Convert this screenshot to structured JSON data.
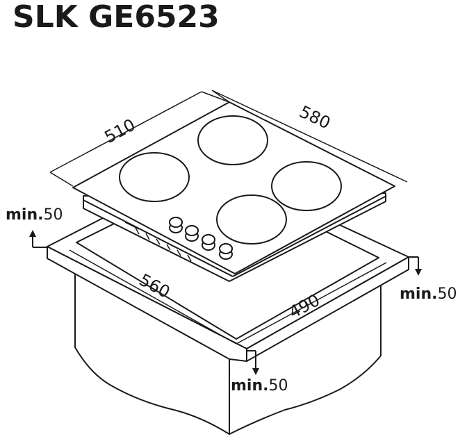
{
  "title": "SLK GE6523",
  "dimensions": {
    "hob_depth": "510",
    "hob_width": "580",
    "cutout_width": "560",
    "cutout_depth": "490"
  },
  "clearances": {
    "label_word": "min.",
    "back": "50",
    "right": "50",
    "front": "50"
  }
}
